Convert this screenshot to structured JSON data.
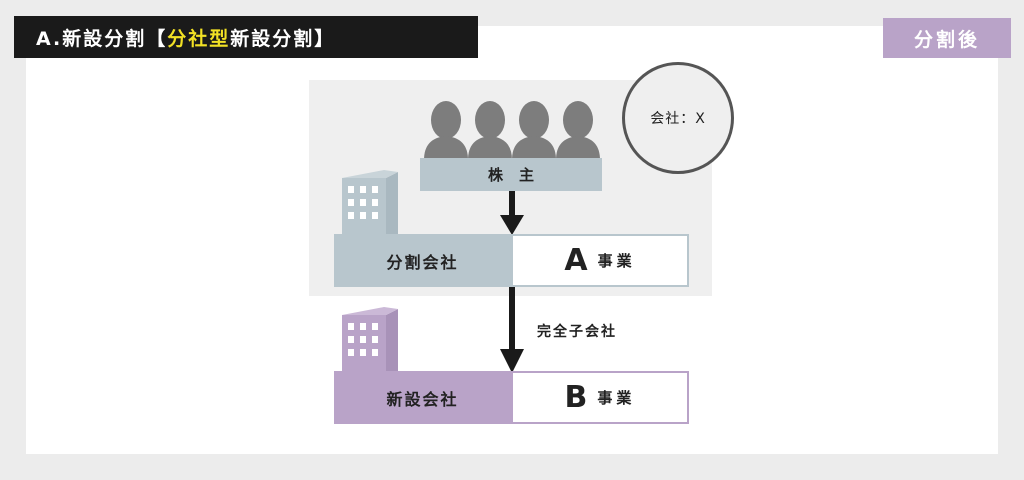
{
  "header": {
    "title_prefix": "A.新設分割【",
    "title_highlight": "分社型",
    "title_suffix": "新設分割】"
  },
  "badge": {
    "label": "分割後"
  },
  "company_circle": {
    "label": "会社：X"
  },
  "shareholders": {
    "label": "株主"
  },
  "upper_row": {
    "left_label": "分割会社",
    "right_letter": "A",
    "right_label": "事業"
  },
  "relation": {
    "label": "完全子会社"
  },
  "lower_row": {
    "left_label": "新設会社",
    "right_letter": "B",
    "right_label": "事業"
  },
  "colors": {
    "title_bg": "#1a1a1a",
    "highlight": "#f2e125",
    "accent_purple": "#b9a3c8",
    "accent_gray_blue": "#b8c6cd",
    "zone_gray": "#efefef"
  }
}
